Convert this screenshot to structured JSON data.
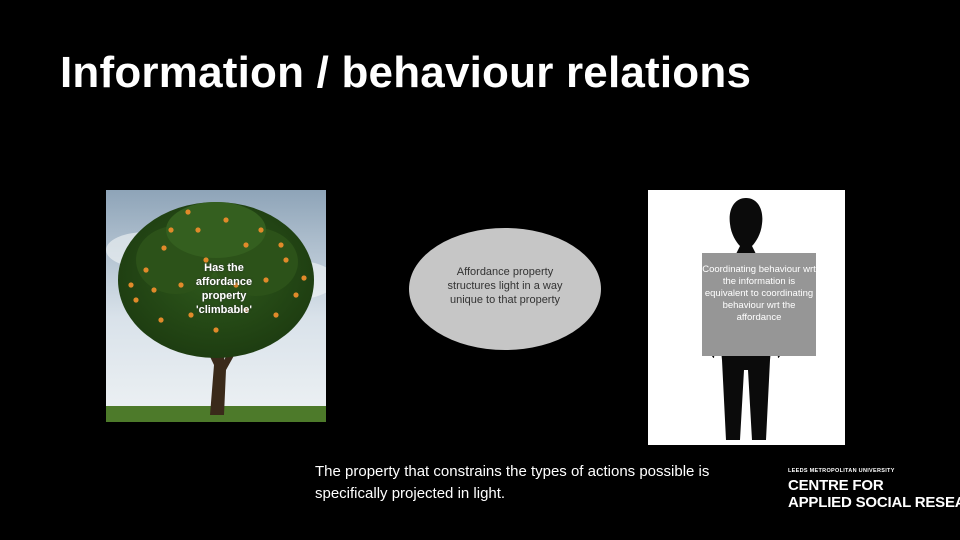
{
  "slide": {
    "title": "Information / behaviour relations",
    "tree_label": "Has the affordance property 'climbable'",
    "ellipse_text": "Affordance property structures light in a way unique to that property",
    "person_label": "Coordinating behaviour wrt the information is equivalent to coordinating behaviour wrt the affordance",
    "caption": "The property that constrains the types of actions possible is specifically projected in light."
  },
  "logo": {
    "university": "LEEDS METROPOLITAN UNIVERSITY",
    "line1": "CENTRE FOR",
    "line2": "APPLIED SOCIAL RESEARCH"
  },
  "colors": {
    "background": "#000000",
    "text": "#ffffff",
    "ellipse_fill": "#c6c6c6",
    "label_box": "#969696"
  }
}
